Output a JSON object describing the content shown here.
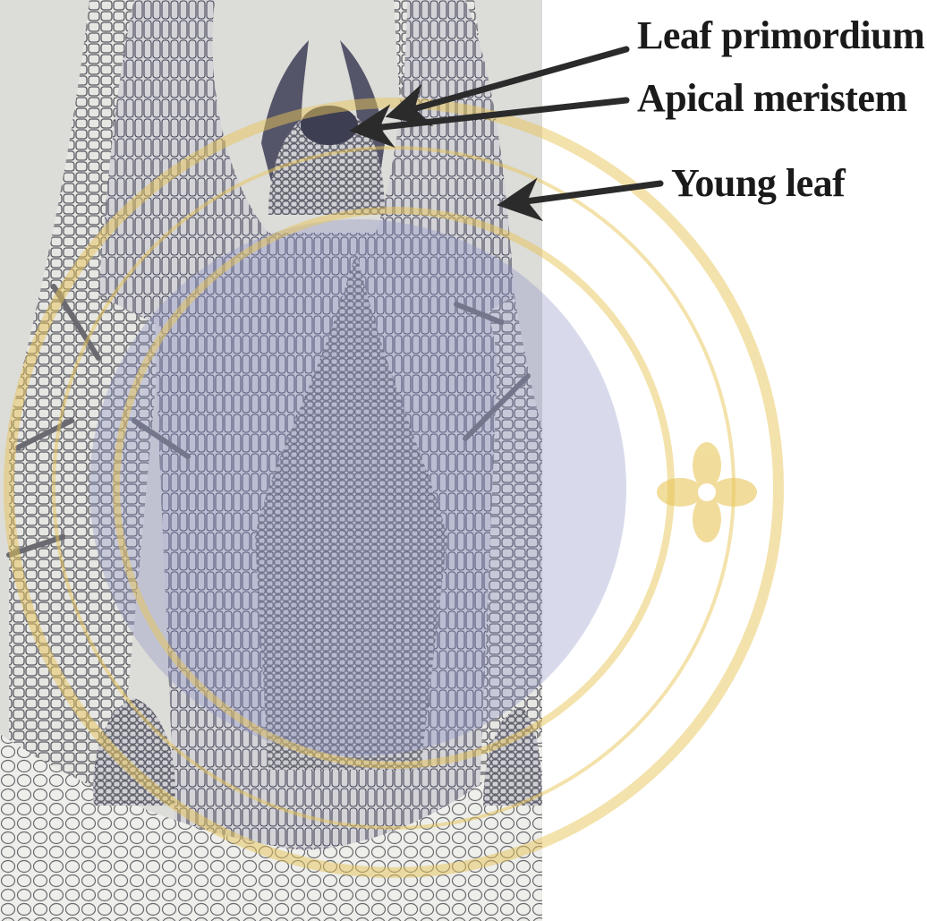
{
  "labels": {
    "leaf_primordium": "Leaf primordium",
    "apical_meristem": "Apical meristem",
    "young_leaf": "Young leaf"
  },
  "colors": {
    "micrograph_background": "#d9d9d6",
    "tissue_stain": "#4a4a58",
    "watermark_gold": "#e8c65a",
    "watermark_blue": "#8a8fc4",
    "arrow": "#2b2b2b",
    "label_text": "#1a1a1a"
  },
  "icons": {
    "watermark_emblem": "flower-emblem-icon"
  }
}
